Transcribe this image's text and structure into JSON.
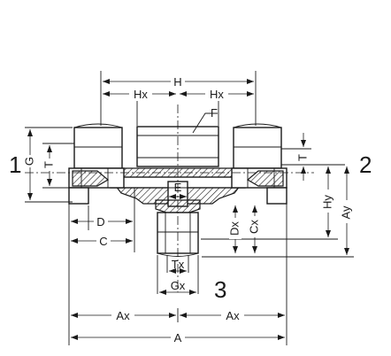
{
  "ports": {
    "p1": "1",
    "p2": "2",
    "p3": "3"
  },
  "dims": {
    "H": "H",
    "Hx_left": "Hx",
    "Hx_right": "Hx",
    "F": "F",
    "G": "G",
    "T_left": "T",
    "T_right": "T",
    "E": "E",
    "Hy": "Hy",
    "Ay": "Ay",
    "D": "D",
    "C": "C",
    "Dx": "Dx",
    "Cx": "Cx",
    "Tx": "Tx",
    "Gx": "Gx",
    "Ax_left": "Ax",
    "Ax_right": "Ax",
    "A": "A"
  }
}
